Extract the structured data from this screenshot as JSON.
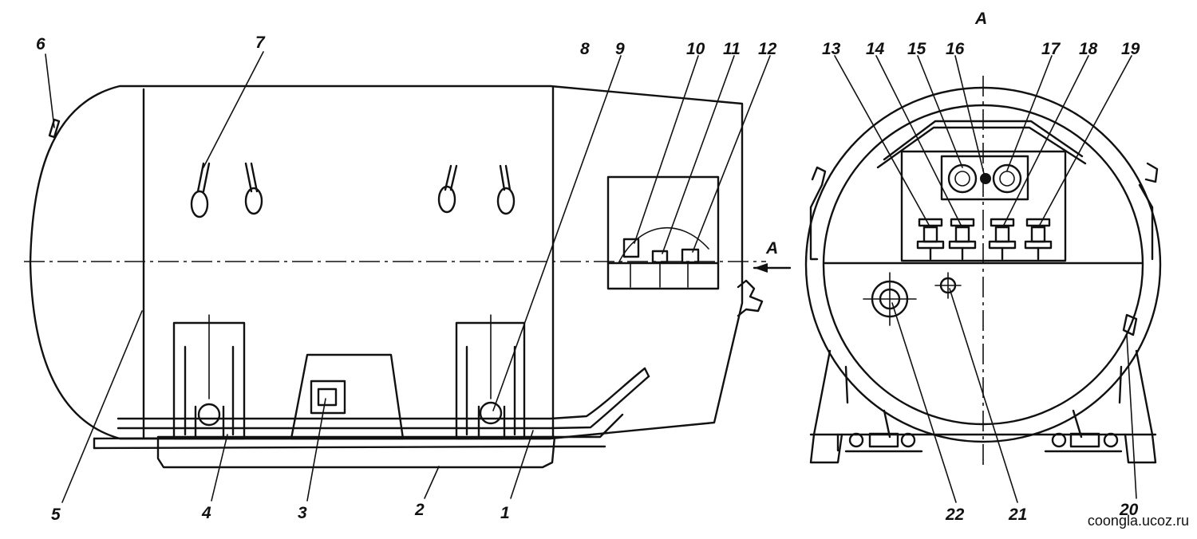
{
  "view_mark": "A",
  "arrow_label": "A",
  "callouts": [
    "1",
    "2",
    "3",
    "4",
    "5",
    "6",
    "7",
    "8",
    "9",
    "10",
    "11",
    "12",
    "13",
    "14",
    "15",
    "16",
    "17",
    "18",
    "19",
    "20",
    "21",
    "22"
  ],
  "watermark": "coongla.ucoz.ru"
}
